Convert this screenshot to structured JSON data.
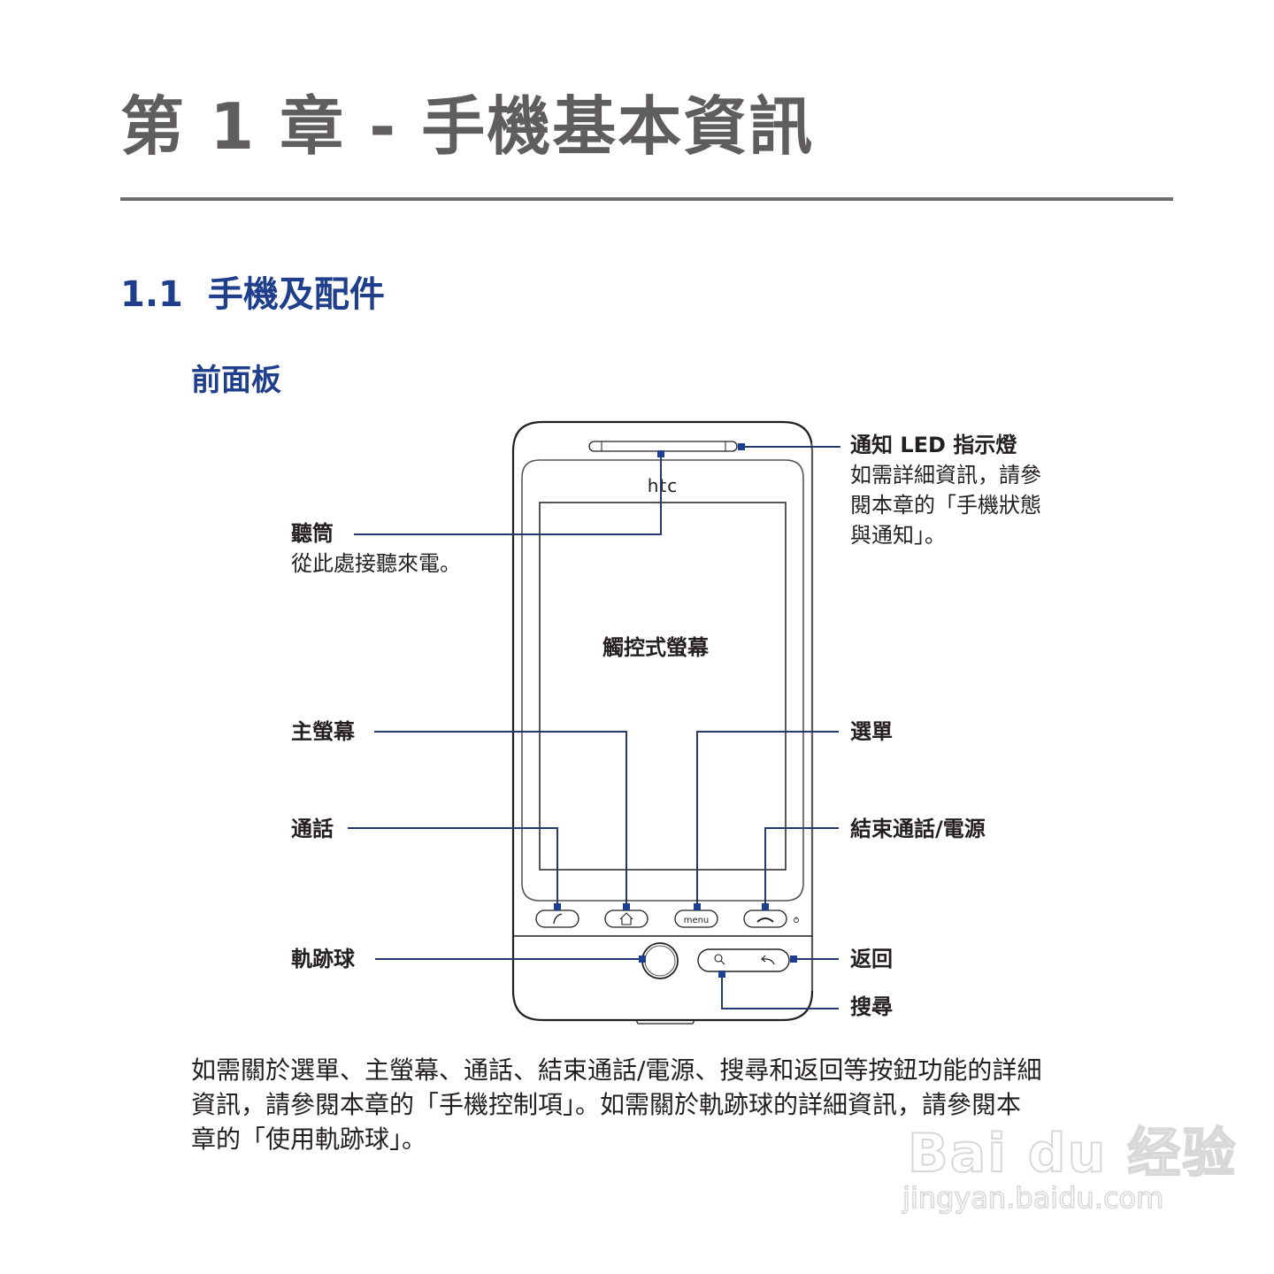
{
  "chapter": {
    "title": "第 1 章 - 手機基本資訊"
  },
  "section": {
    "number": "1.1",
    "title": "手機及配件"
  },
  "subsection": {
    "title": "前面板"
  },
  "diagram": {
    "brand_logo": "htc",
    "screen_label": "觸控式螢幕",
    "menu_key_label": "menu",
    "callouts": {
      "earpiece": {
        "label": "聽筒",
        "description": "從此處接聽來電。"
      },
      "notification_led": {
        "label": "通知 LED 指示燈",
        "description_lines": [
          "如需詳細資訊，請參",
          "閱本章的「手機狀態",
          "與通知」。"
        ]
      },
      "home": {
        "label": "主螢幕"
      },
      "menu": {
        "label": "選單"
      },
      "talk": {
        "label": "通話"
      },
      "end_call_power": {
        "label": "結束通話/電源"
      },
      "trackball": {
        "label": "軌跡球"
      },
      "back": {
        "label": "返回"
      },
      "search": {
        "label": "搜尋"
      }
    },
    "colors": {
      "leader_line": "#233a6b",
      "leader_marker": "#1e3f8f",
      "phone_outline": "#231f20",
      "phone_inner_gray": "#7a7a7a"
    }
  },
  "body_text": {
    "lines": [
      "如需關於選單、主螢幕、通話、結束通話/電源、搜尋和返回等按鈕功能的詳細",
      "資訊，請參閱本章的「手機控制項」。如需關於軌跡球的詳細資訊，請參閱本",
      "章的「使用軌跡球」。"
    ]
  },
  "watermark": {
    "main": "Bai du 经验",
    "sub": "jingyan.baidu.com"
  },
  "colors": {
    "chapter_title": "#5f5d5e",
    "section_title": "#1f3f8c",
    "rule": "#6d6b6c"
  }
}
